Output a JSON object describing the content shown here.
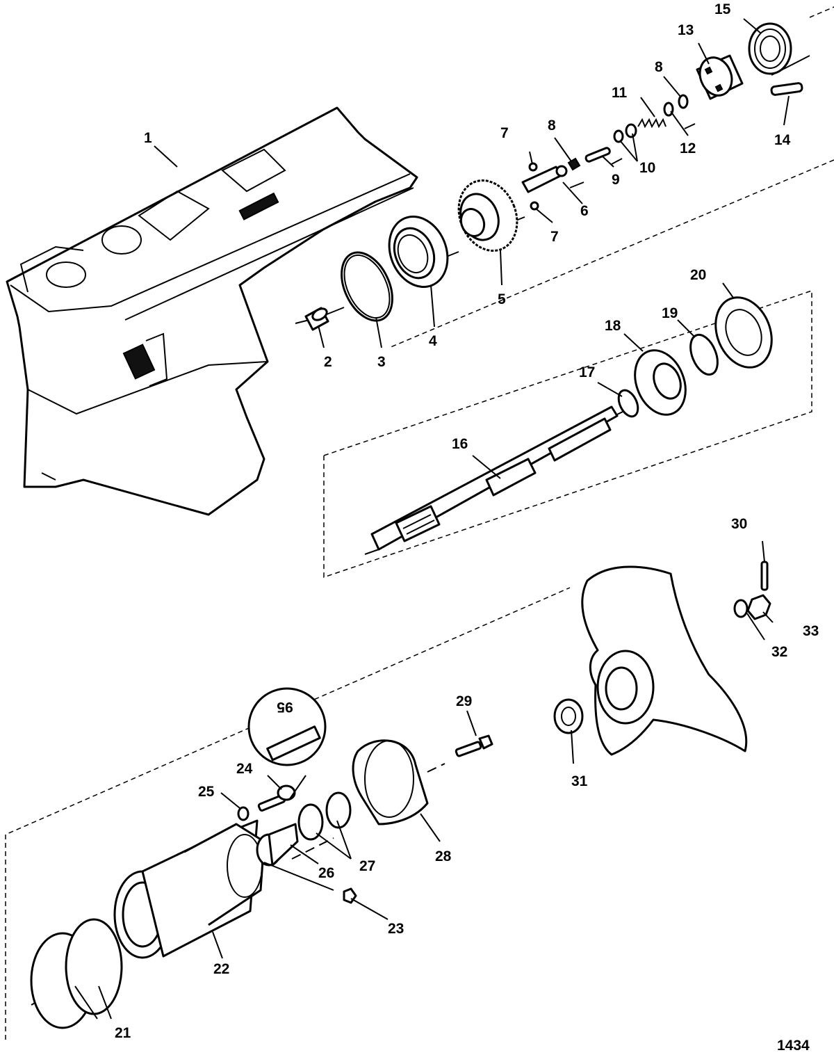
{
  "callouts": [
    {
      "id": "c1",
      "text": "1"
    },
    {
      "id": "c2",
      "text": "2"
    },
    {
      "id": "c3",
      "text": "3"
    },
    {
      "id": "c4",
      "text": "4"
    },
    {
      "id": "c5",
      "text": "5"
    },
    {
      "id": "c6",
      "text": "6"
    },
    {
      "id": "c7a",
      "text": "7"
    },
    {
      "id": "c7b",
      "text": "7"
    },
    {
      "id": "c8a",
      "text": "8"
    },
    {
      "id": "c8b",
      "text": "8"
    },
    {
      "id": "c9",
      "text": "9"
    },
    {
      "id": "c10",
      "text": "10"
    },
    {
      "id": "c11",
      "text": "11"
    },
    {
      "id": "c12",
      "text": "12"
    },
    {
      "id": "c13",
      "text": "13"
    },
    {
      "id": "c14",
      "text": "14"
    },
    {
      "id": "c15",
      "text": "15"
    },
    {
      "id": "c16",
      "text": "16"
    },
    {
      "id": "c17",
      "text": "17"
    },
    {
      "id": "c18",
      "text": "18"
    },
    {
      "id": "c19",
      "text": "19"
    },
    {
      "id": "c20",
      "text": "20"
    },
    {
      "id": "c21",
      "text": "21"
    },
    {
      "id": "c22",
      "text": "22"
    },
    {
      "id": "c23",
      "text": "23"
    },
    {
      "id": "c24",
      "text": "24"
    },
    {
      "id": "c25",
      "text": "25"
    },
    {
      "id": "c26",
      "text": "26"
    },
    {
      "id": "c27",
      "text": "27"
    },
    {
      "id": "c28",
      "text": "28"
    },
    {
      "id": "c29",
      "text": "29"
    },
    {
      "id": "c30",
      "text": "30"
    },
    {
      "id": "c31",
      "text": "31"
    },
    {
      "id": "c32",
      "text": "32"
    },
    {
      "id": "c33",
      "text": "33"
    }
  ],
  "detail_marking": "95",
  "drawing_number": "1434"
}
